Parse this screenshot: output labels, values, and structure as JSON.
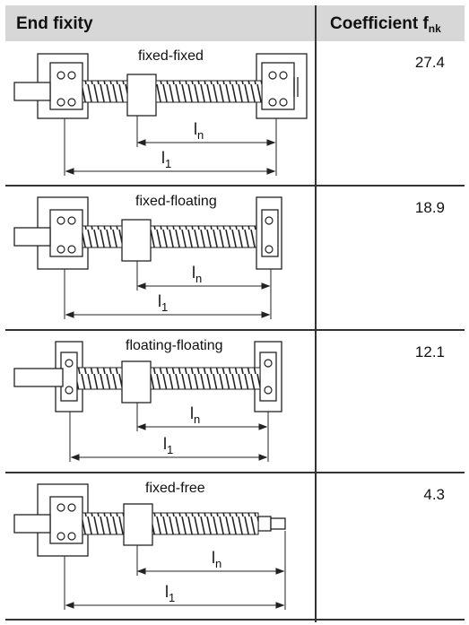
{
  "header": {
    "col1": "End fixity",
    "col2": "Coefficient f",
    "col2_sub": "nk"
  },
  "rows": [
    {
      "label": "fixed-fixed",
      "coefficient": "27.4"
    },
    {
      "label": "fixed-floating",
      "coefficient": "18.9"
    },
    {
      "label": "floating-floating",
      "coefficient": "12.1"
    },
    {
      "label": "fixed-free",
      "coefficient": "4.3"
    }
  ],
  "dims": {
    "ln_main": "l",
    "ln_sub": "n",
    "l1_main": "l",
    "l1_sub": "1"
  }
}
